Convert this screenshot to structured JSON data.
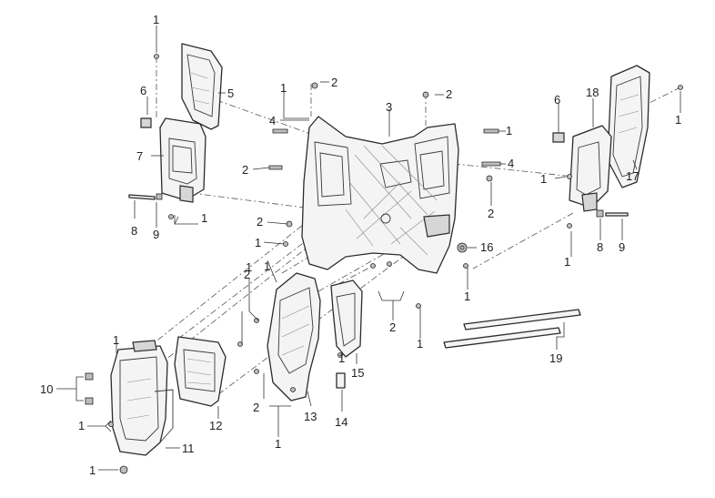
{
  "diagram": {
    "callouts": [
      {
        "id": "c1a",
        "text": "1"
      },
      {
        "id": "c1b",
        "text": "1"
      },
      {
        "id": "c1c",
        "text": "1"
      },
      {
        "id": "c1d",
        "text": "1"
      },
      {
        "id": "c1e",
        "text": "1"
      },
      {
        "id": "c1f",
        "text": "1"
      },
      {
        "id": "c1g",
        "text": "1"
      },
      {
        "id": "c1h",
        "text": "1"
      },
      {
        "id": "c1i",
        "text": "1"
      },
      {
        "id": "c1j",
        "text": "1"
      },
      {
        "id": "c1k",
        "text": "1"
      },
      {
        "id": "c1l",
        "text": "1"
      },
      {
        "id": "c1m",
        "text": "1"
      },
      {
        "id": "c1n",
        "text": "1"
      },
      {
        "id": "c1o",
        "text": "1"
      },
      {
        "id": "c1p",
        "text": "1"
      },
      {
        "id": "c1q",
        "text": "1"
      },
      {
        "id": "c2a",
        "text": "2"
      },
      {
        "id": "c2b",
        "text": "2"
      },
      {
        "id": "c2c",
        "text": "2"
      },
      {
        "id": "c2d",
        "text": "2"
      },
      {
        "id": "c2e",
        "text": "2"
      },
      {
        "id": "c2f",
        "text": "2"
      },
      {
        "id": "c2g",
        "text": "2"
      },
      {
        "id": "c2h",
        "text": "2"
      },
      {
        "id": "c3",
        "text": "3"
      },
      {
        "id": "c4a",
        "text": "4"
      },
      {
        "id": "c4b",
        "text": "4"
      },
      {
        "id": "c5",
        "text": "5"
      },
      {
        "id": "c6a",
        "text": "6"
      },
      {
        "id": "c6b",
        "text": "6"
      },
      {
        "id": "c7",
        "text": "7"
      },
      {
        "id": "c8a",
        "text": "8"
      },
      {
        "id": "c8b",
        "text": "8"
      },
      {
        "id": "c9a",
        "text": "9"
      },
      {
        "id": "c9b",
        "text": "9"
      },
      {
        "id": "c10",
        "text": "10"
      },
      {
        "id": "c11",
        "text": "11"
      },
      {
        "id": "c12",
        "text": "12"
      },
      {
        "id": "c13",
        "text": "13"
      },
      {
        "id": "c14",
        "text": "14"
      },
      {
        "id": "c15",
        "text": "15"
      },
      {
        "id": "c16",
        "text": "16"
      },
      {
        "id": "c17",
        "text": "17"
      },
      {
        "id": "c18",
        "text": "18"
      },
      {
        "id": "c19",
        "text": "19"
      }
    ]
  }
}
